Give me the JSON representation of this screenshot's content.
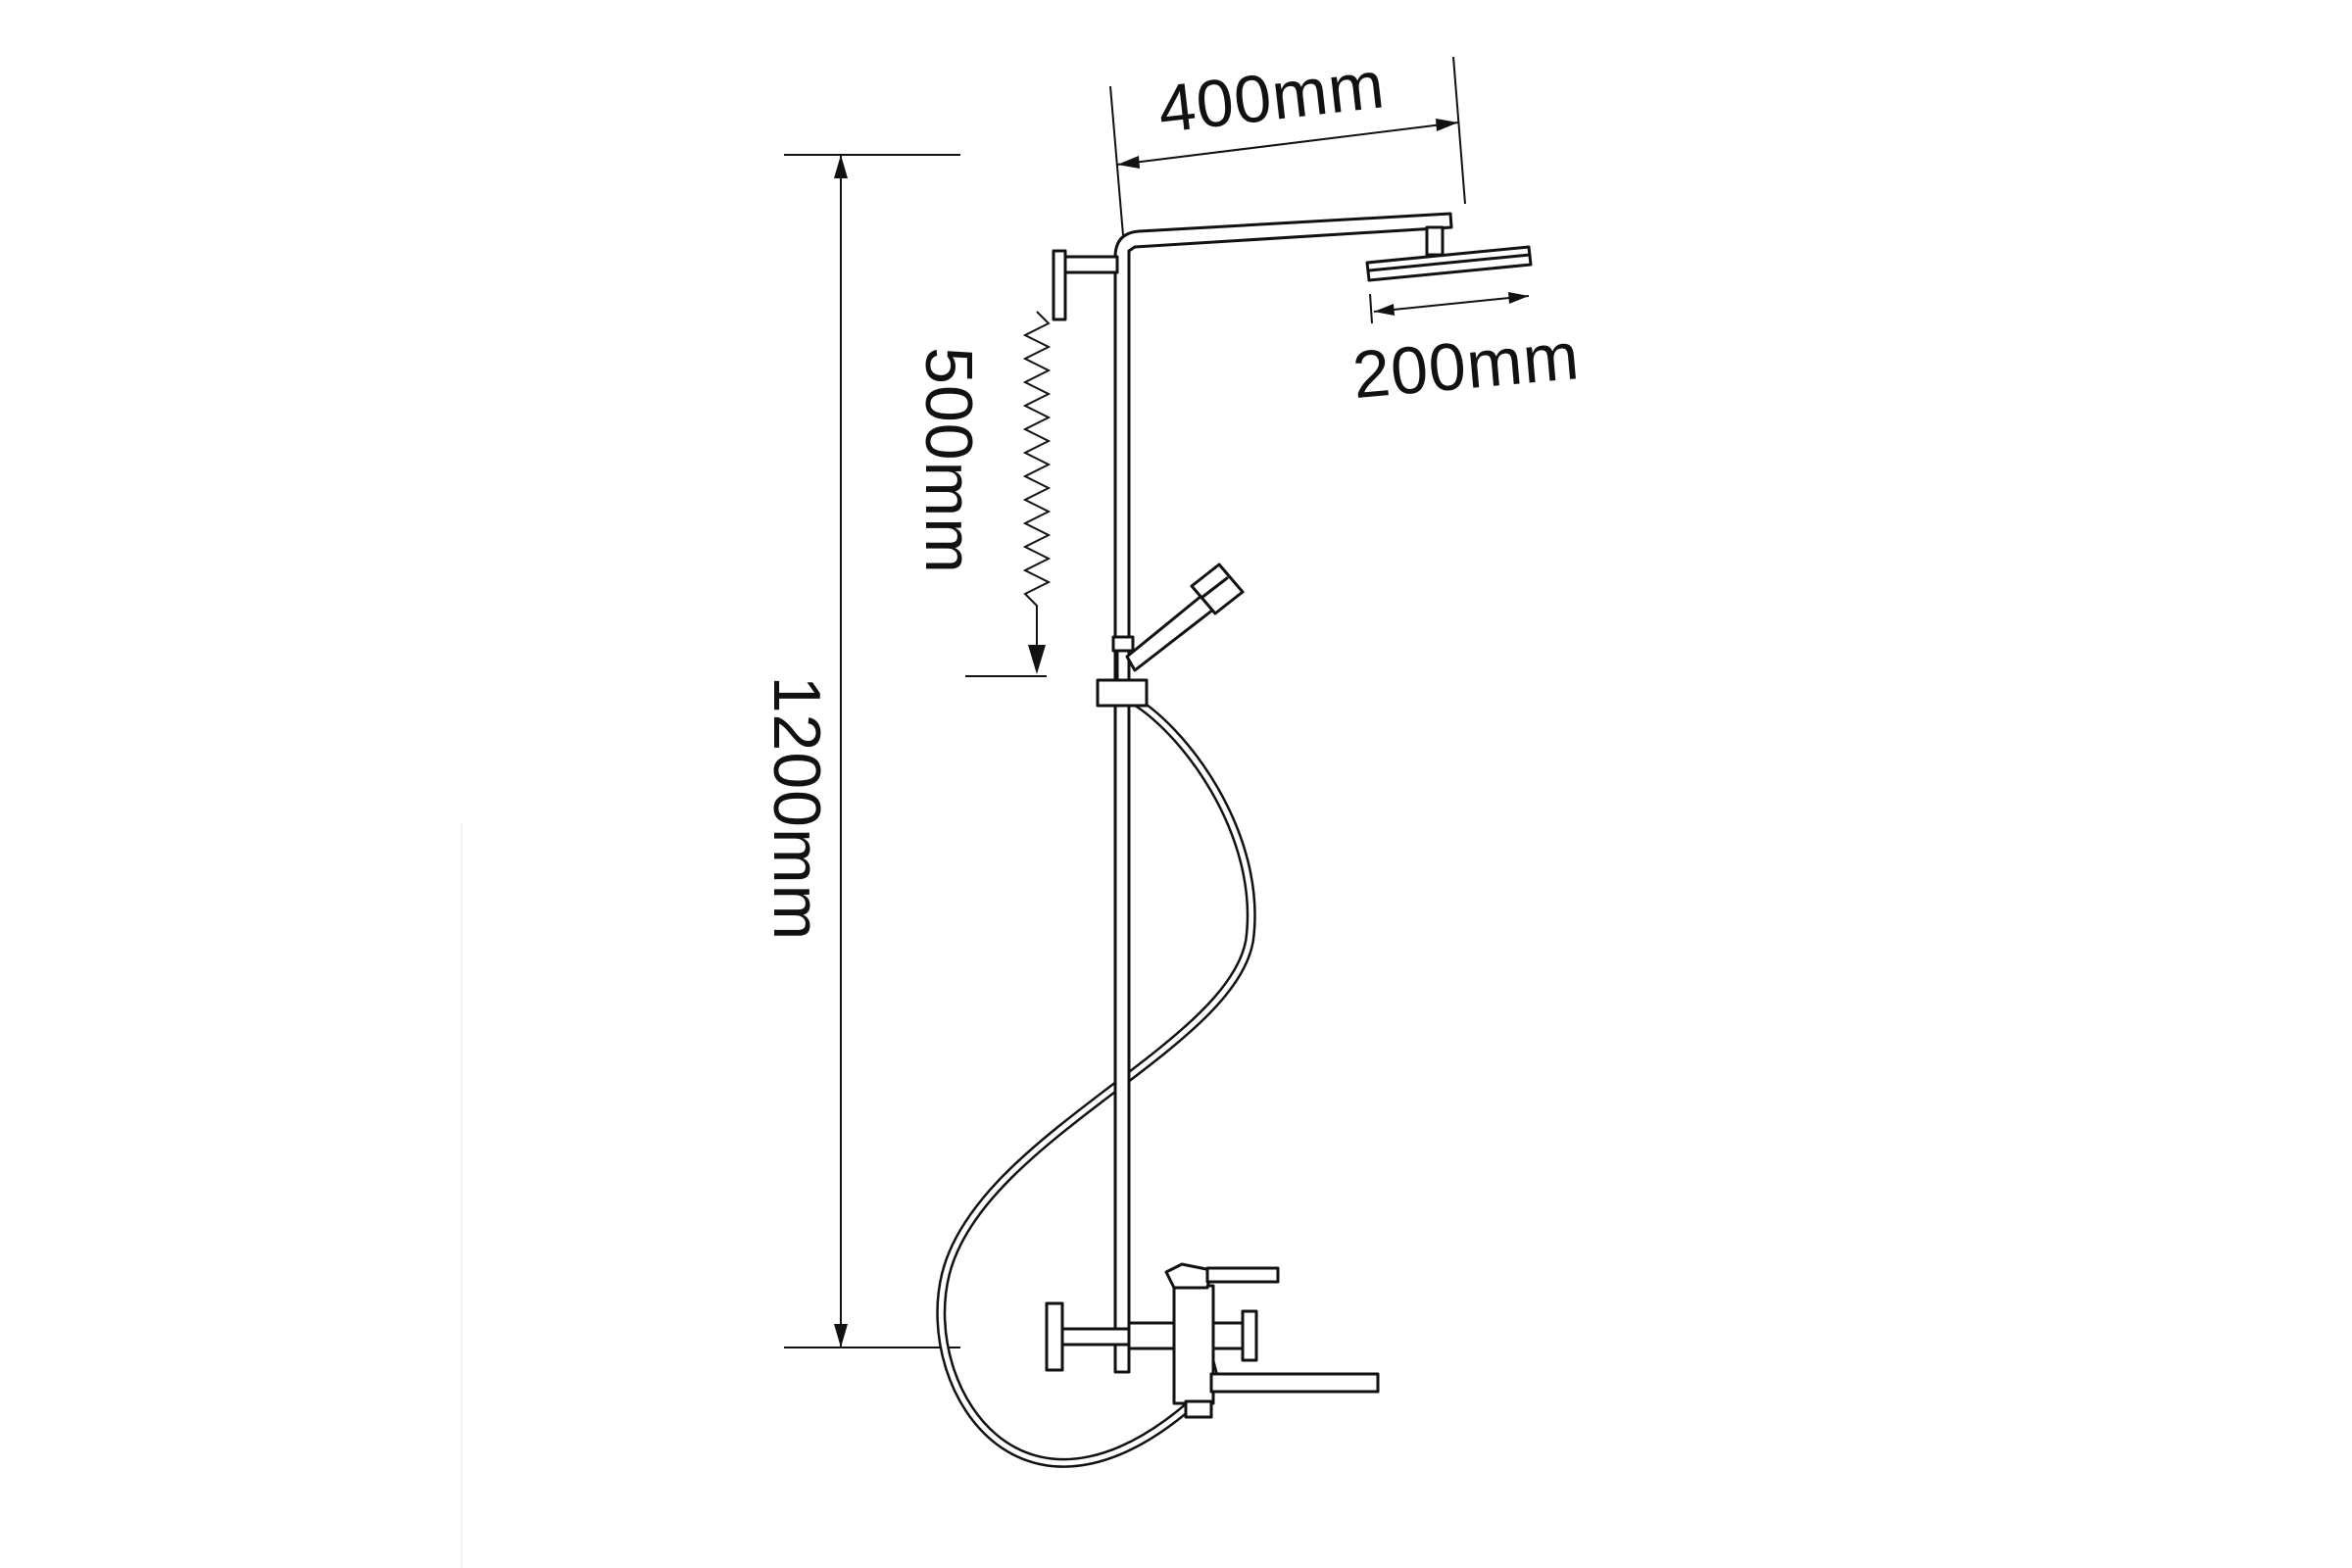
{
  "dimensions": {
    "overall_height": "1200mm",
    "arm_length": "400mm",
    "head_width": "200mm",
    "hose_length": "500mm"
  }
}
